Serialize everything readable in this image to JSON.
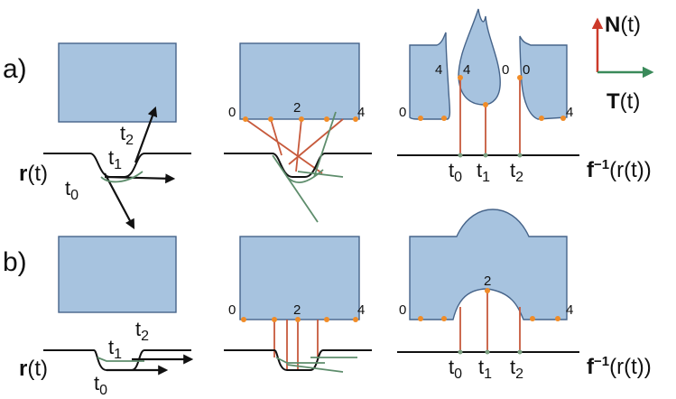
{
  "panels": {
    "a": "a)",
    "b": "b)"
  },
  "frame": {
    "N_bold": "N",
    "N_arg": "(t)",
    "T_bold": "T",
    "T_arg": "(t)",
    "colors": {
      "N_axis": "#cc3a2a",
      "T_axis": "#3a8a5a"
    }
  },
  "curve_label": {
    "bold": "r",
    "arg": "(t)"
  },
  "inverse_label": {
    "bold": "f",
    "sup": "−1",
    "arg": "(r(t))"
  },
  "time_labels": {
    "t0": {
      "base": "t",
      "sub": "0"
    },
    "t1": {
      "base": "t",
      "sub": "1"
    },
    "t2": {
      "base": "t",
      "sub": "2"
    }
  },
  "ticks": {
    "zero": "0",
    "two": "2",
    "four": "4"
  },
  "colors": {
    "fill": "#a7c3df",
    "outline": "#46648a",
    "mapping_line": "#c75a3c",
    "normal_line": "#5e8d6c",
    "marker": "#f08c28"
  }
}
